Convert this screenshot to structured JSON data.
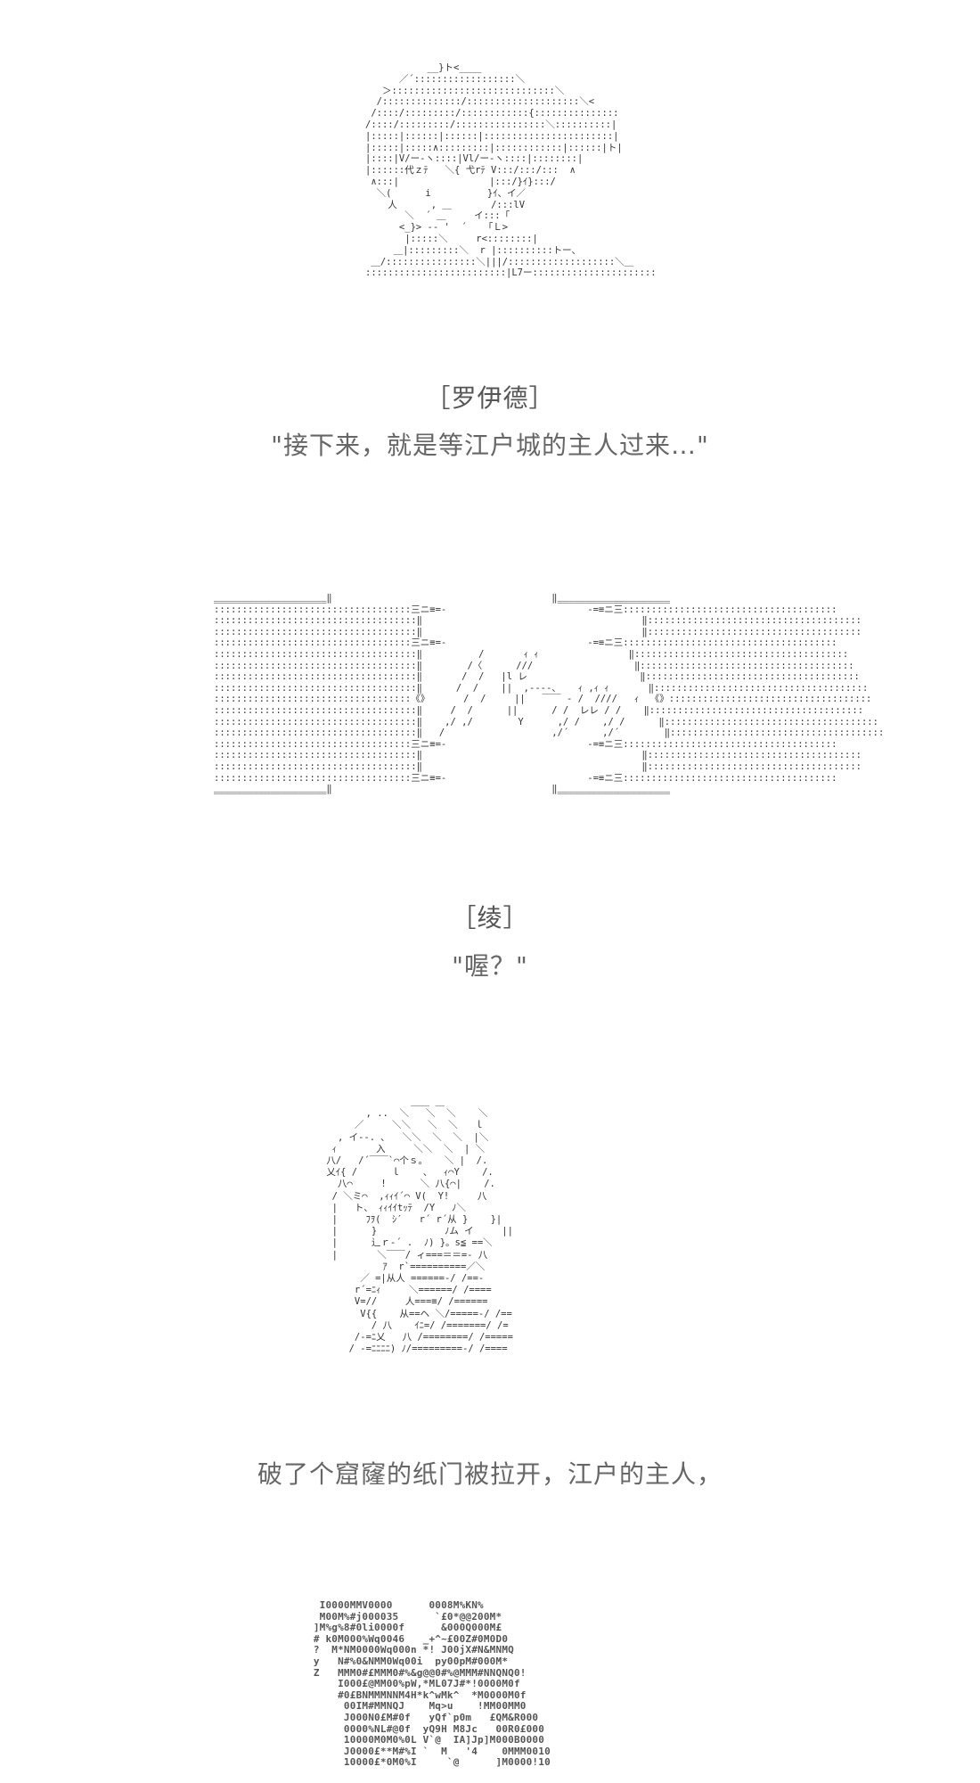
{
  "panels": [
    {
      "speaker": "［罗伊德］",
      "line": "\"接下来，就是等江户城的主人过来…\""
    },
    {
      "speaker": "［绫］",
      "line": "\"喔？\""
    },
    {
      "narration": "破了个窟窿的纸门被拉开，江户的主人，"
    }
  ],
  "art": {
    "boy": "           __}ト<____\n      ／´::::::::::::::::::＼\n   ＞:::::::::::::::::::::::::::::＼\n  /::::::::::::::/::::::::::::::::::::＼<\n /::::/:::::::::/::::::::::::{:::::::::::::::\n/::::/:::::::::/::::::::::::::::＼::::::::::|\n|:::::|::::::|::::::|:::::::::::::::::::::::|\n|:::::|:::::∧:::::::::|::::::::::::|::::::|ト|\n|::::|V/ー‐ヽ::::|Vl/ー‐ヽ::::|::::::::|\n|::::::代ｚﾃ   ＼{ 弋rﾃ V:::/:::/:::  ∧\n ∧:::|                |:::/}ｲ}:::/\n  ＼(      i          }ｲ、イ／\n    人      , ＿       /:::lV\n       ＼  ´ ＿     イ:::「\n      <_}> ‐‐ '  ´   「Ｌ>\n       |:::::＼     r<::::::::|\n     ＿|:::::::::＼  r |::::::::::トー、\n ＿/::::::::::::::::＼|||/:::::::::::::::::::＼＿\n:::::::::::::::::::::::::|L7ー::::::::::::::::::::::",
    "doors": "‗‗‗‗‗‗‗‗‗‗‗‗‗‗‗‗‗‗‗‗‖                                       ‖‗‗‗‗‗‗‗‗‗‗‗‗‗‗‗‗‗‗‗‗\n:::::::::::::::::::::::::::::::::::三ニ≡=-                         -=≡ニ三::::::::::::::::::::::::::::::::::::::\n::::::::::::::::::::::::::::::::::::‖                                       ‖::::::::::::::::::::::::::::::::::::::\n::::::::::::::::::::::::::::::::::::‖                                       ‖::::::::::::::::::::::::::::::::::::::\n:::::::::::::::::::::::::::::::::::三ニ≡=-                         -=≡ニ三::::::::::::::::::::::::::::::::::::::\n::::::::::::::::::::::::::::::::::::‖          /       ｨ ｨ                ‖::::::::::::::::::::::::::::::::::::::\n::::::::::::::::::::::::::::::::::::‖        /〈      ///                  ‖::::::::::::::::::::::::::::::::::::::\n::::::::::::::::::::::::::::::::::::‖       /  /   |l レ                    ‖::::::::::::::::::::::::::::::::::::::\n::::::::::::::::::::::::::::::::::::‖      /  /    ||  ,‐‐‐-、   ｨ ,ｨ ｨ       ‖::::::::::::::::::::::::::::::::::::::\n:::::::::::::::::::::::::::::::::::《》      /  /     ||   ￣￣ ‐ /  ////   ｨ  《》::::::::::::::::::::::::::::::::::::\n::::::::::::::::::::::::::::::::::::‖     /  /      ||      / /  レレ / /    ‖::::::::::::::::::::::::::::::::::::::\n::::::::::::::::::::::::::::::::::::‖    ,/ ,/        Y      ,/ /    ,/ /      ‖::::::::::::::::::::::::::::::::::::::\n::::::::::::::::::::::::::::::::::::‖   /                   ,/´      ,/´        ‖::::::::::::::::::::::::::::::::::::::\n:::::::::::::::::::::::::::::::::::三ニ≡=-                         -=≡ニ三::::::::::::::::::::::::::::::::::::::\n::::::::::::::::::::::::::::::::::::‖                                       ‖::::::::::::::::::::::::::::::::::::::\n::::::::::::::::::::::::::::::::::::‖                                       ‖::::::::::::::::::::::::::::::::::::::\n:::::::::::::::::::::::::::::::::::三ニ≡=-                         -=≡ニ三::::::::::::::::::::::::::::::::::::::\n‗‗‗‗‗‗‗‗‗‗‗‗‗‗‗‗‗‗‗‗‖                                       ‖‗‗‗‗‗‗‗‗‗‗‗‗‗‗‗‗‗‗‗‗",
    "girl": "                ＿＿ ＿\n        , ..  ＼   ＼  ＼    ＼\n      ／     ＼＼   ＼  ＼   ｌ\n   , イ‐‐. ､   ＼＼  ＼  ＼  |＼\n  ｨ       入     ＼＼  ＼  | ＼\n 八/   /´￣￣`⌒个ｓ。   ＼ |  /.\n 乂ｲ{ /      ｌ    、  ｨ⌒Y    /.\n   八⌒     !      ＼ 八{⌒|    /.\n  / ＼ミ⌒  ,ｨｨｲ´⌒ V(  Y!     八\n  |   ト、 ｨｨｲｲtｯﾃ  /Y   ﾉ＼\n  |     ﾌｦ(  ｼ′   r´ r´从 }    }|\n  |      }            ﾉム イ     ||\n  |      辶ｒ-´ .  ﾉ) }。s≦ ==＼\n  |       ＼￣￣/ ィ===＝＝=- 八\n           ｱ  r`==========／＼\n       ／ =|从人 ======-/ /==-\n      r´=ﾆｨ     ＼======/ /====\n      V=//     人===≡/ /======\n       V{{    从==ヘ ＼/=====-/ /==\n         / 八    ｲﾆ=/ /=======/ /=\n      /-=ﾆ乂   八 /========/ /=====\n     / -=ﾆﾆﾆﾆ) ﾉ/=========-/ /====",
    "shade": "  I0000MMV0000      0008M%KN%\n  M00M%#j000035      `£0*@@200M*\n ]M%g%8#0li0000f      &000Q000M£\n # k0M000%Wq0046   _+^~£00Z#0M0D0\n ?  M*NM0000Wq000n *! J00jX#N&MNMQ\n y   N#%0&NMM0Wq00i  py00pM#000M*\n Z   MMM0#£MMM0#%&g@@0#%@MMM#NNQNQ0!\n     I000£@MM00%pW,*ML07J#*!0000M0f\n     #0£BNMMMNNM4H*k^wMk^  *M0000M0f\n      00IM#MMNQJ    Mq>u    !MM00MM0\n      J000N0£M#0f   yQf`p0m   £QM&R000\n      0000%NL#@0f  yQ9H M8Jc   00R0£000\n      10000M0M0%0L V`@  IA]Jp]M000B0000\n      J0000£**M#%I `  M   '4    0MMM0010\n      10000£*0M0%I     `@      ]M0000!10"
  }
}
